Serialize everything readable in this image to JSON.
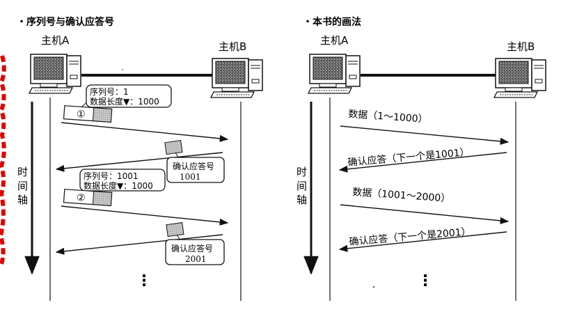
{
  "left_panel": {
    "title": "・序列号与确认应答号",
    "host_a": "主机A",
    "host_b": "主机B",
    "seg1": {
      "marker": "①",
      "seq_line": "序列号：1",
      "len_line": "数据长度▼：1000"
    },
    "ack1": {
      "line1": "确认应答号",
      "line2": "1001"
    },
    "seg2": {
      "marker": "②",
      "seq_line": "序列号：1001",
      "len_line": "数据长度▼：1000"
    },
    "ack2": {
      "line1": "确认应答号",
      "line2": "2001"
    },
    "time_axis": [
      "时",
      "间",
      "轴"
    ],
    "continuation": "⋮"
  },
  "right_panel": {
    "title": "・本书的画法",
    "host_a": "主机A",
    "host_b": "主机B",
    "msg1": "数据（1～1000）",
    "msg2": "确认应答（下一个是1001）",
    "msg3": "数据（1001～2000）",
    "msg4": "确认应答（下一个是2001）",
    "time_axis": [
      "时",
      "间",
      "轴"
    ],
    "continuation": "⋮"
  },
  "colors": {
    "ink": "#111111",
    "screen": "#555555",
    "packet": "#b5b5b5",
    "margin_mark": "#e00000"
  },
  "icons": [
    "computer-icon"
  ]
}
